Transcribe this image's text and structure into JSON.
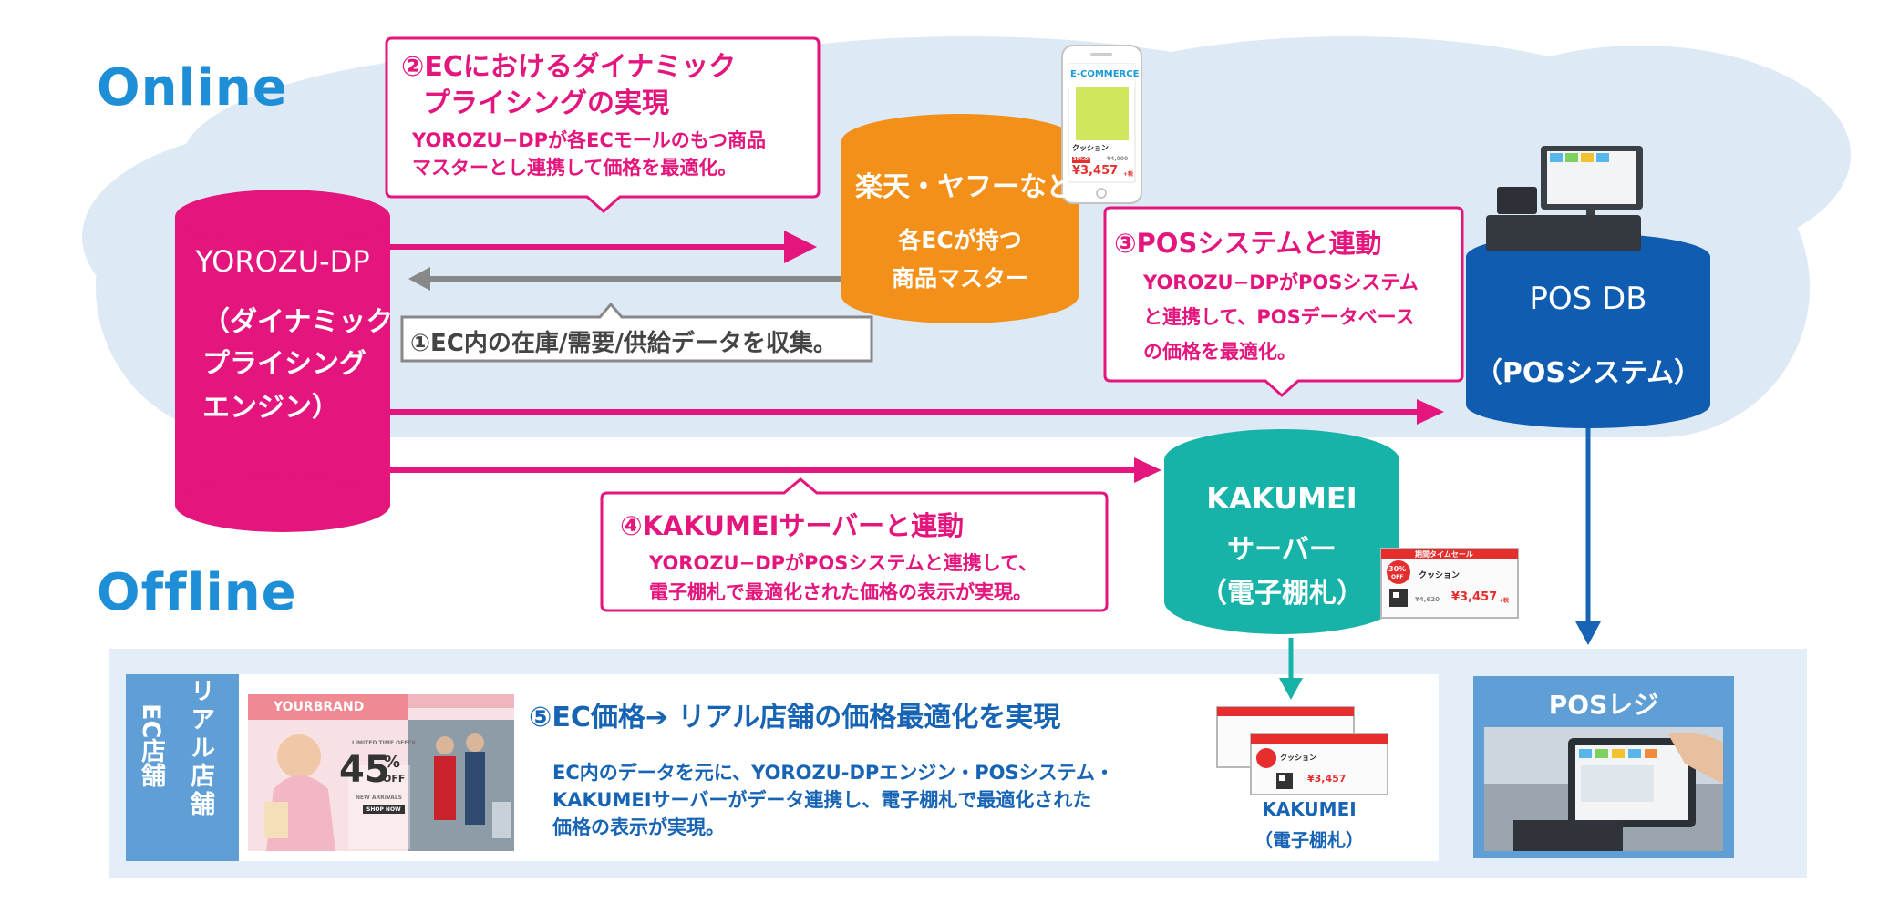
{
  "headings": {
    "online": "Online",
    "offline": "Offline"
  },
  "yorozu": {
    "title": "YOROZU-DP",
    "lines": [
      "（ダイナミック",
      "プライシング",
      "エンジン）"
    ]
  },
  "ec": {
    "title": "楽天・ヤフーなど",
    "lines": [
      "各ECが持つ",
      "商品マスター"
    ]
  },
  "phone": {
    "banner": "E-COMMERCE",
    "badge": "30%OFF",
    "product": "クッション",
    "old_price": "¥4,000",
    "price": "¥3,457",
    "tax": "+税"
  },
  "posdb": {
    "title": "POS DB",
    "subtitle": "（POSシステム）"
  },
  "kakumei": {
    "lines": [
      "KAKUMEI",
      "サーバー",
      "（電子棚札）"
    ]
  },
  "callout2": {
    "title": [
      "②ECにおけるダイナミック",
      "プライシングの実現"
    ],
    "body": [
      "YOROZU−DPが各ECモールのもつ商品",
      "マスターとし連携して価格を最適化。"
    ]
  },
  "callout1": {
    "text": "①EC内の在庫/需要/供給データを収集。"
  },
  "callout3": {
    "title": "③POSシステムと連動",
    "body": [
      "YOROZU−DPがPOSシステム",
      "と連携して、POSデータベース",
      "の価格を最適化。"
    ]
  },
  "callout4": {
    "title": "④KAKUMEIサーバーと連動",
    "body": [
      "YOROZU−DPがPOSシステムと連携して、",
      "電子棚札で最適化された価格の表示が実現。"
    ]
  },
  "store": {
    "ec_label": "EC店舗",
    "real_label": "リアル店舗",
    "title": "⑤EC価格➔ リアル店舗の価格最適化を実現",
    "body": [
      "EC内のデータを元に、YOROZU-DPエンジン・POSシステム・",
      "KAKUMEIサーバーがデータ連携し、電子棚札で最適化された",
      "価格の表示が実現。"
    ],
    "shelf_caption": [
      "KAKUMEI",
      "（電子棚札）"
    ]
  },
  "ad": {
    "brand": "YOURBRAND",
    "offer": "LIMITED TIME OFFER",
    "percent": "45",
    "percent_sign": "%",
    "off": "OFF",
    "note": "NEW ARRIVALS",
    "button": "SHOP NOW"
  },
  "tag": {
    "header": "期間タイムセール",
    "badge_num": "30%",
    "badge_off": "OFF",
    "product": "クッション",
    "old_price": "¥4,620",
    "price": "¥3,457",
    "tax": "+税"
  },
  "pos": {
    "label": "POSレジ"
  },
  "colors": {
    "pink": "#e4157d",
    "orange": "#f39019",
    "navy": "#0f5cb0",
    "teal": "#17b3a8",
    "cloud": "#dde9f4",
    "band": "#e3eef8",
    "store_label": "#5f9fd6",
    "heading": "#1e8ed6"
  }
}
